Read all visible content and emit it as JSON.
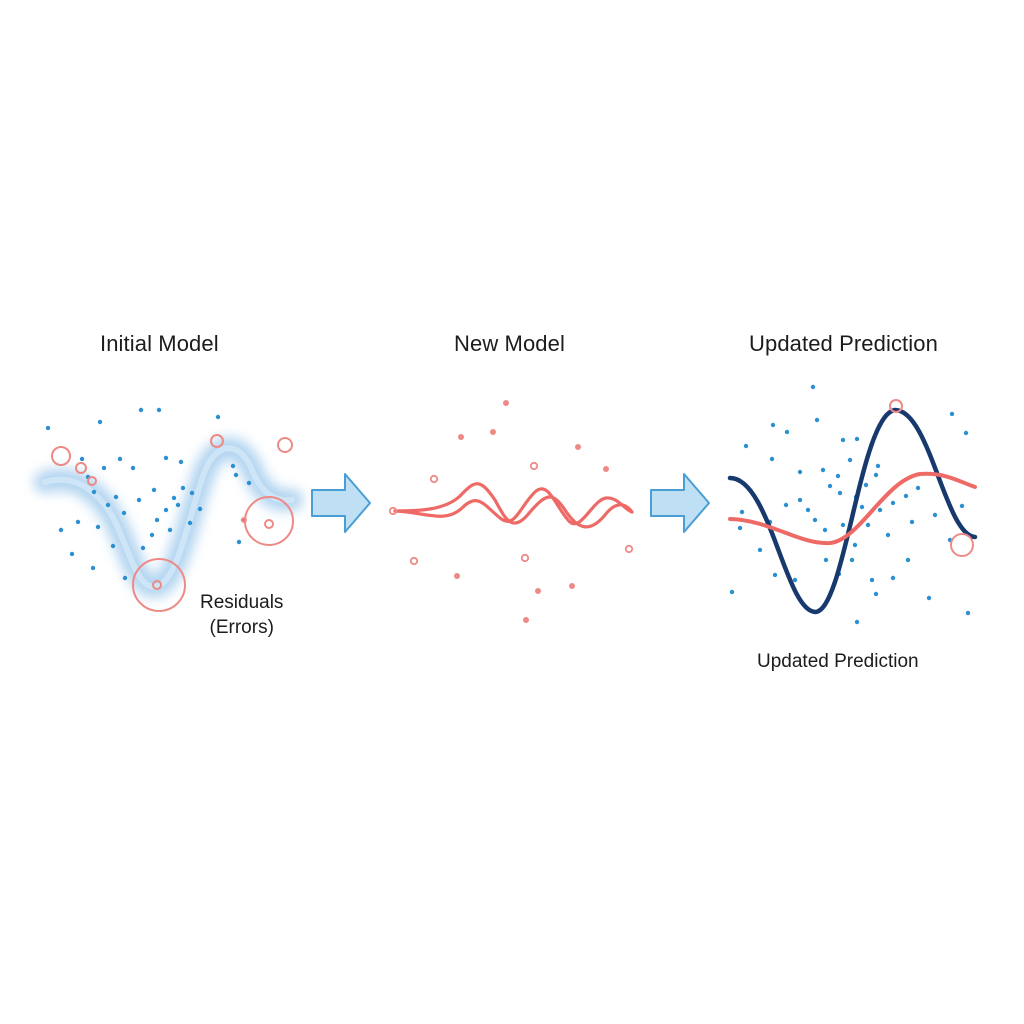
{
  "panels": {
    "initial": {
      "title": "Initial Model",
      "caption_line1": "Residuals",
      "caption_line2": "(Errors)"
    },
    "new_model": {
      "title": "New Model"
    },
    "updated": {
      "title": "Updated Prediction",
      "caption": "Updated Prediction"
    }
  },
  "icons": [
    "right-arrow-icon",
    "right-arrow-icon"
  ],
  "colors": {
    "data_points": "#2b8fd1",
    "residuals": "#ee6a66",
    "initial_fit_glow": "#a8cfee",
    "updated_fit": "#17396d",
    "arrow_fill": "#bfe0f4",
    "arrow_stroke": "#4a9ed6",
    "text": "#1c1c1c"
  }
}
